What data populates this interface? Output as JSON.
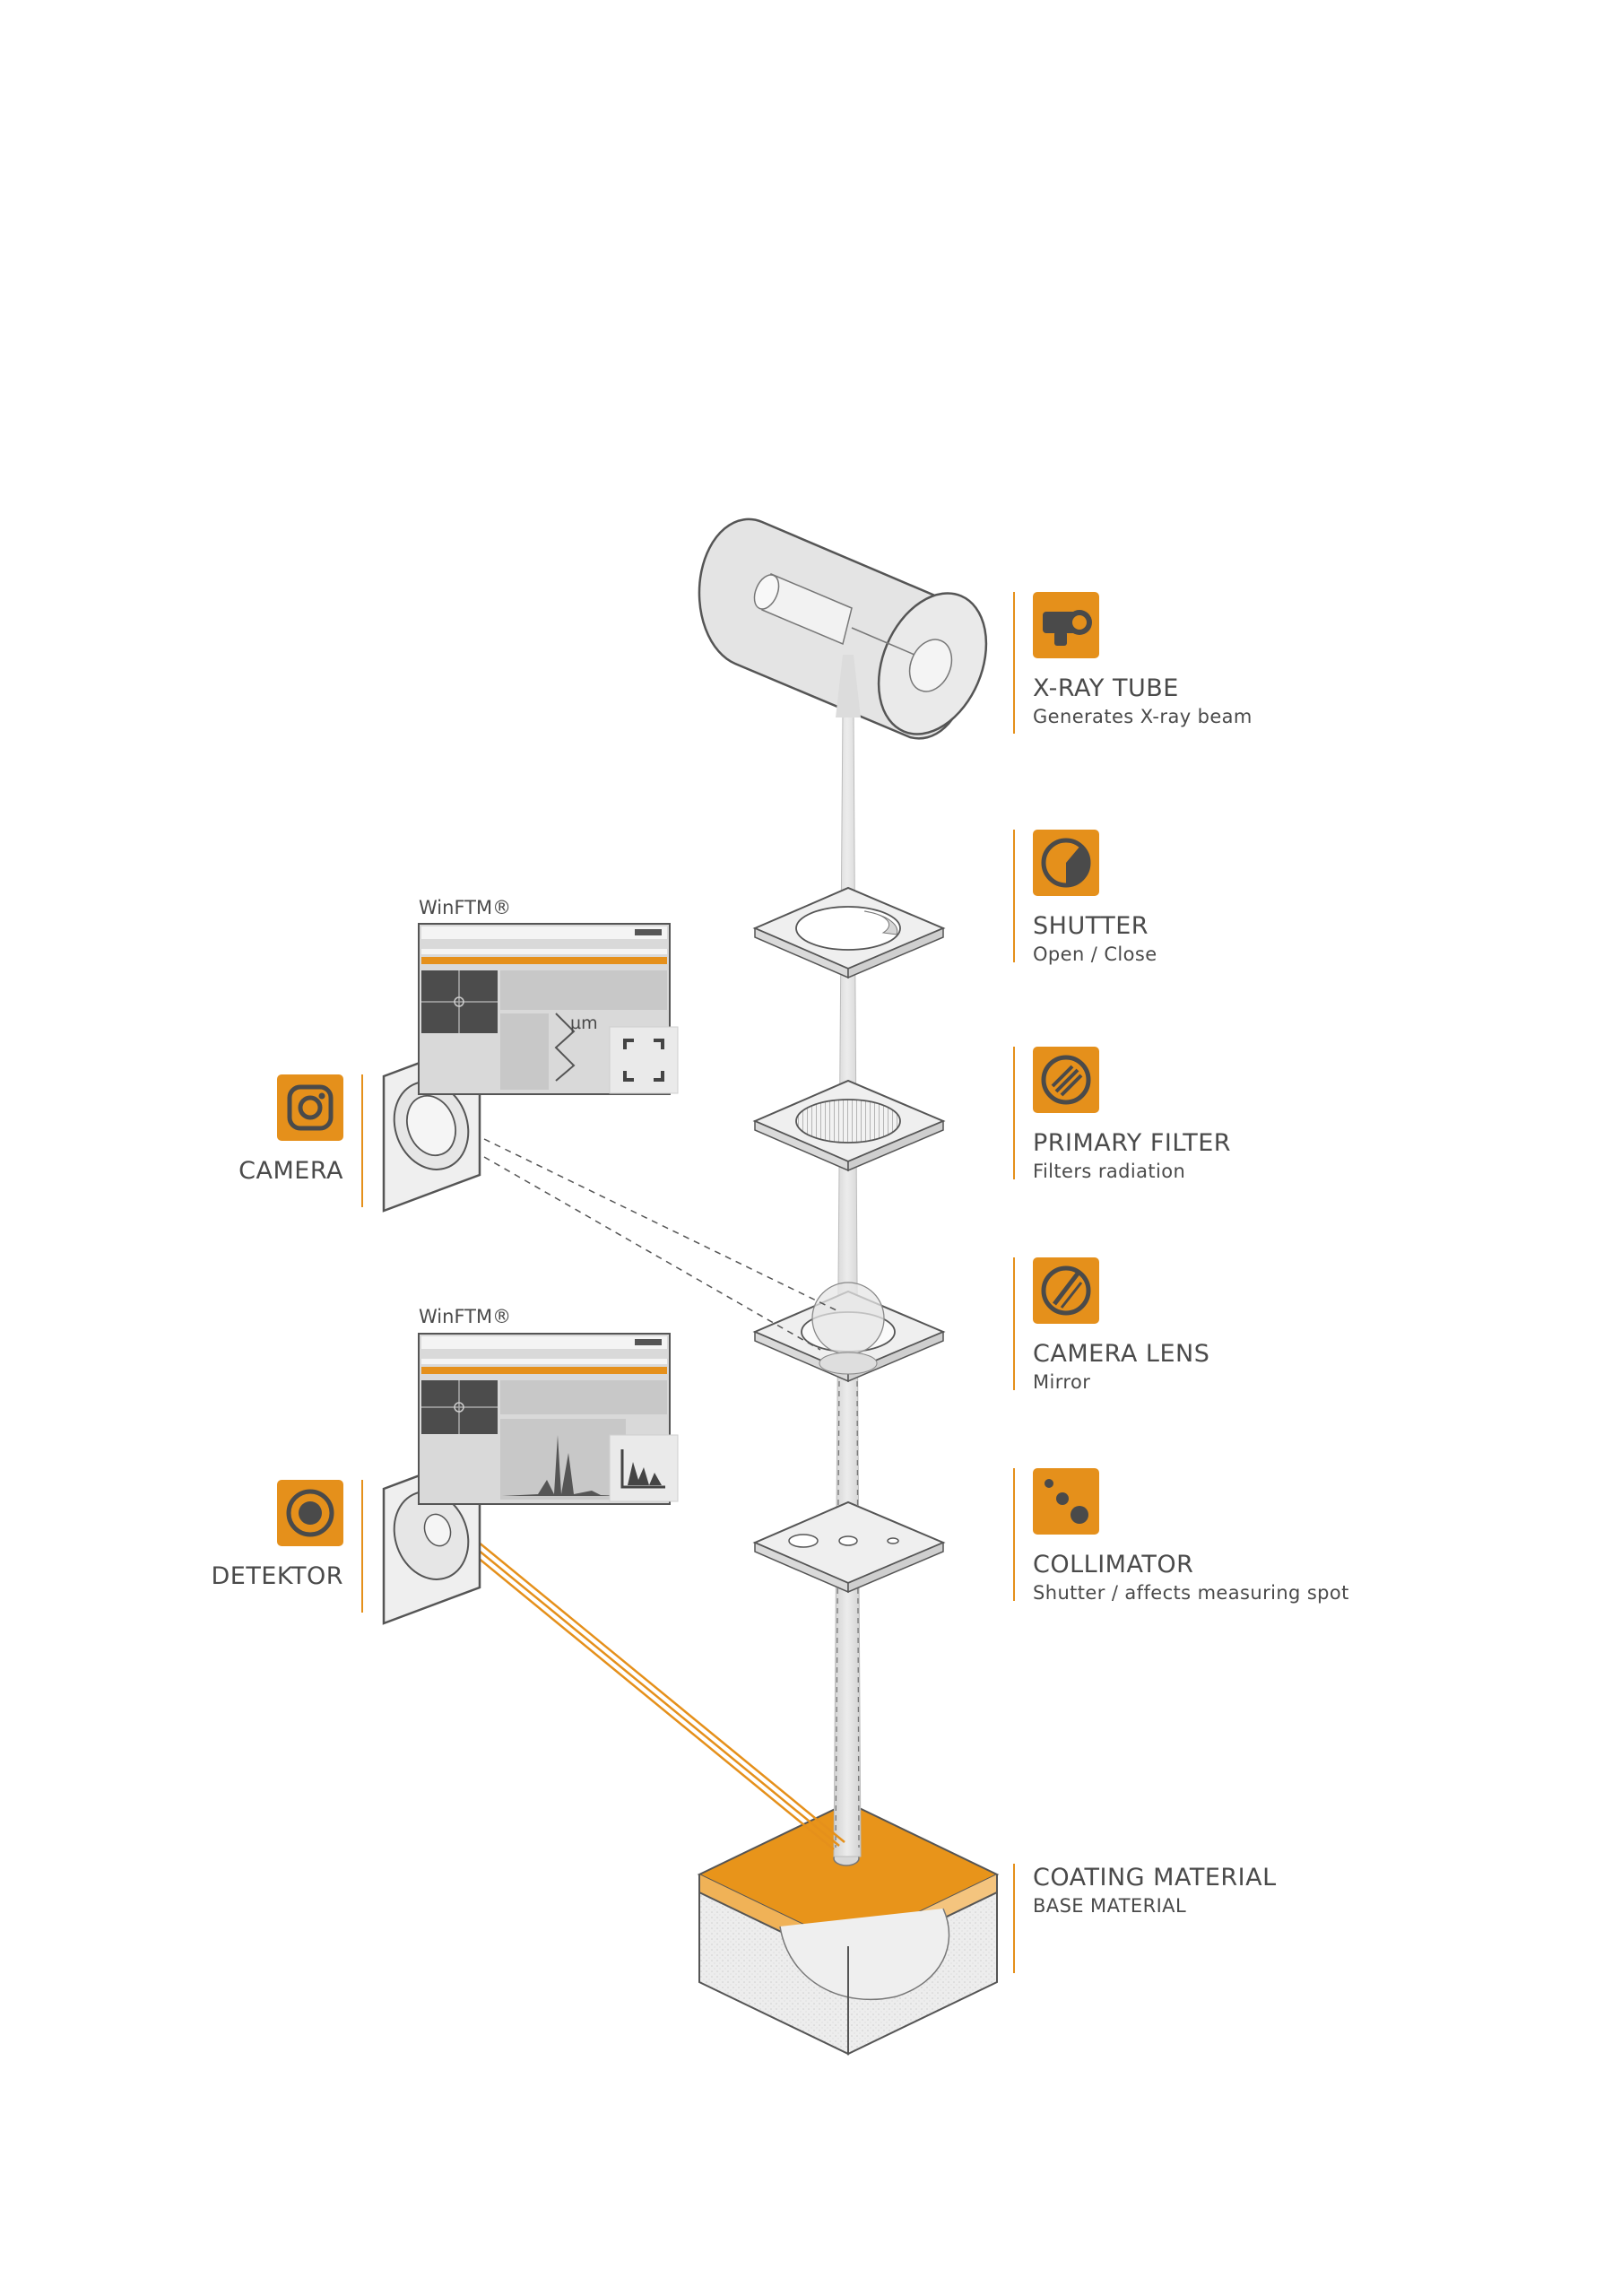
{
  "components": [
    {
      "id": "xray-tube",
      "title": "X-RAY TUBE",
      "subtitle": "Generates X-ray beam",
      "icon": "xray-tube-icon"
    },
    {
      "id": "shutter",
      "title": "SHUTTER",
      "subtitle": "Open / Close",
      "icon": "shutter-icon"
    },
    {
      "id": "primary-filter",
      "title": "PRIMARY FILTER",
      "subtitle": "Filters radiation",
      "icon": "filter-icon"
    },
    {
      "id": "camera-lens",
      "title": "CAMERA LENS",
      "subtitle": "Mirror",
      "icon": "lens-mirror-icon"
    },
    {
      "id": "collimator",
      "title": "COLLIMATOR",
      "subtitle": "Shutter / affects measuring spot",
      "icon": "collimator-icon"
    }
  ],
  "sample": {
    "title": "COATING MATERIAL",
    "subtitle": "BASE MATERIAL"
  },
  "camera": {
    "label": "CAMERA",
    "icon": "camera-icon"
  },
  "detector": {
    "label": "DETEKTOR",
    "icon": "detector-icon"
  },
  "software": {
    "name": "WinFTM®",
    "unit": "µm"
  },
  "colors": {
    "accent": "#e5901b",
    "text": "#4a4a4a",
    "line": "#555555",
    "panel": "#e9e9e9",
    "window": "#d9d9d9"
  }
}
